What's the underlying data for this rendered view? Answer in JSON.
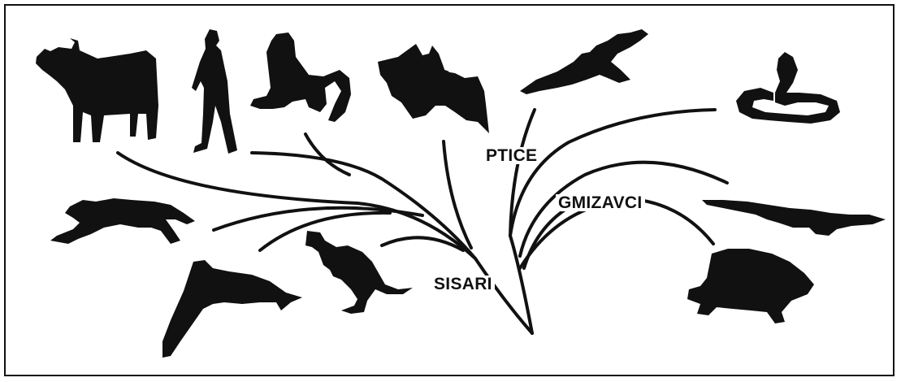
{
  "diagram": {
    "labels": {
      "sisari": "SISARI",
      "ptice": "PTICE",
      "gmizavci": "GMIZAVCI"
    },
    "organisms": {
      "mammals": [
        "cow-icon",
        "human-icon",
        "monkey-icon",
        "bat-icon",
        "cheetah-icon",
        "dolphin-icon",
        "kangaroo-icon"
      ],
      "birds": [
        "eagle-icon"
      ],
      "reptiles": [
        "cobra-icon",
        "crocodile-icon",
        "turtle-icon"
      ]
    },
    "colors": {
      "silhouette": "#111111",
      "background": "#ffffff"
    }
  }
}
